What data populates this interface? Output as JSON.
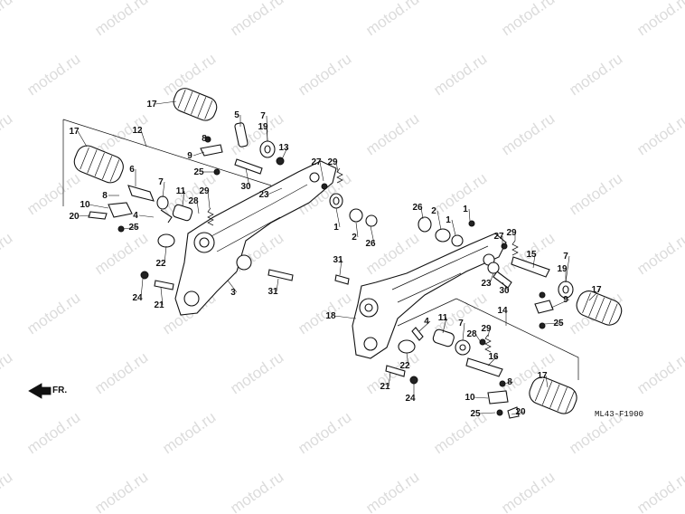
{
  "watermark": "motod.ru",
  "diagram_code": "ML43-F1900",
  "direction_label": "FR.",
  "labels": {
    "l17a": "17",
    "l5": "5",
    "l7a": "7",
    "l19a": "19",
    "l8a": "8",
    "l13": "13",
    "l9a": "9",
    "l25a": "25",
    "l30a": "30",
    "l27a": "27",
    "l29a": "29",
    "l23a": "23",
    "l12": "12",
    "l17b": "17",
    "l6": "6",
    "l7b": "7",
    "l11a": "11",
    "l29b": "29",
    "l28a": "28",
    "l10a": "10",
    "l8b": "8",
    "l4a": "4",
    "l20a": "20",
    "l25b": "25",
    "l22a": "22",
    "l3": "3",
    "l1a": "1",
    "l2a": "2",
    "l26a": "26",
    "l24a": "24",
    "l21a": "21",
    "l31a": "31",
    "l26b": "26",
    "l2b": "2",
    "l1b": "1",
    "l1c": "1",
    "l27b": "27",
    "l29c": "29",
    "l15": "15",
    "l7c": "7",
    "l19b": "19",
    "l31b": "31",
    "l23b": "23",
    "l30b": "30",
    "l17c": "17",
    "l9b": "9",
    "l25c": "25",
    "l18": "18",
    "l14": "14",
    "l4b": "4",
    "l7d": "7",
    "l11b": "11",
    "l28b": "28",
    "l29d": "29",
    "l16": "16",
    "l22b": "22",
    "l8c": "8",
    "l21b": "21",
    "l24b": "24",
    "l10b": "10",
    "l17d": "17",
    "l25d": "25",
    "l20b": "20"
  }
}
